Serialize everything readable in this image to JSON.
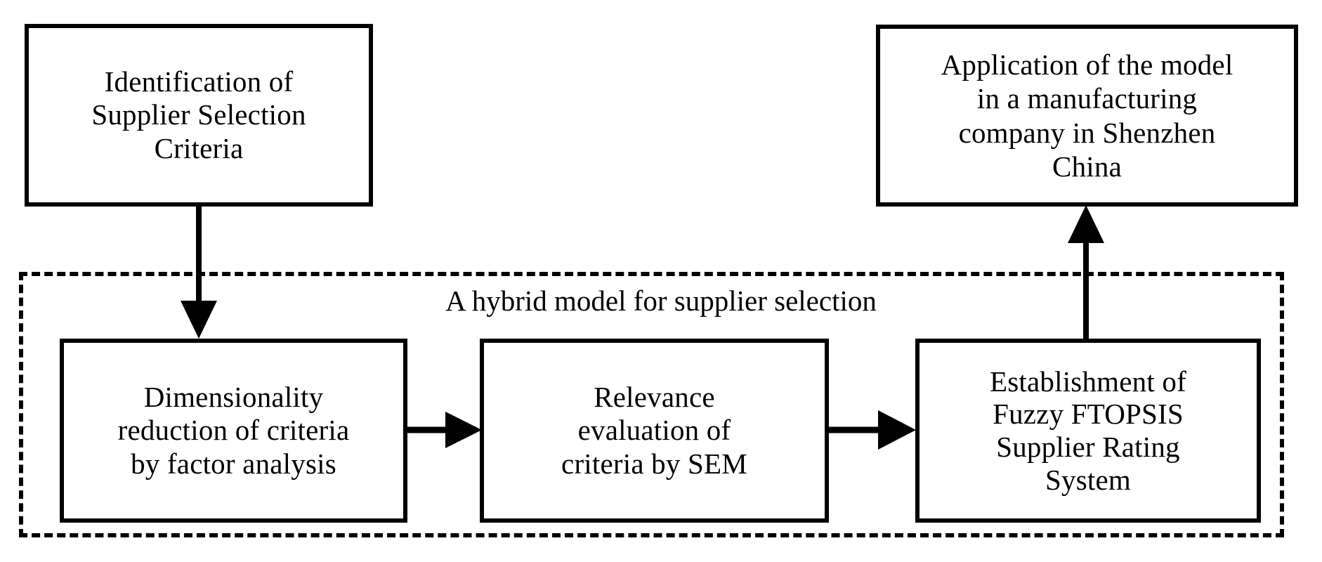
{
  "diagram": {
    "title": "A hybrid model for supplier selection",
    "type": "flowchart",
    "background_color": "#ffffff",
    "line_color": "#000000",
    "nodes": [
      {
        "id": "identification",
        "label": "Identification of\nSupplier Selection\nCriteria",
        "shape": "rectangle",
        "border": "solid",
        "inside_group": false
      },
      {
        "id": "application",
        "label": "Application of the model\nin a manufacturing\ncompany in Shenzhen\nChina",
        "shape": "rectangle",
        "border": "solid",
        "inside_group": false
      },
      {
        "id": "dimensionality",
        "label": "Dimensionality\nreduction of criteria\nby factor analysis",
        "shape": "rectangle",
        "border": "solid",
        "inside_group": true
      },
      {
        "id": "relevance",
        "label": "Relevance\nevaluation of\ncriteria by SEM",
        "shape": "rectangle",
        "border": "solid",
        "inside_group": true
      },
      {
        "id": "establishment",
        "label": "Establishment of\nFuzzy FTOPSIS\nSupplier Rating\nSystem",
        "shape": "rectangle",
        "border": "solid",
        "inside_group": true
      }
    ],
    "group": {
      "id": "hybrid-model",
      "label": "A hybrid model for supplier selection",
      "border": "dashed"
    },
    "edges": [
      {
        "id": "edge-identification-to-dimensionality",
        "from": "identification",
        "to": "dimensionality",
        "direction": "down",
        "arrowhead": "filled-triangle"
      },
      {
        "id": "edge-dimensionality-to-relevance",
        "from": "dimensionality",
        "to": "relevance",
        "direction": "right",
        "arrowhead": "filled-triangle"
      },
      {
        "id": "edge-relevance-to-establishment",
        "from": "relevance",
        "to": "establishment",
        "direction": "right",
        "arrowhead": "filled-triangle"
      },
      {
        "id": "edge-establishment-to-application",
        "from": "establishment",
        "to": "application",
        "direction": "up",
        "arrowhead": "filled-triangle"
      }
    ]
  }
}
